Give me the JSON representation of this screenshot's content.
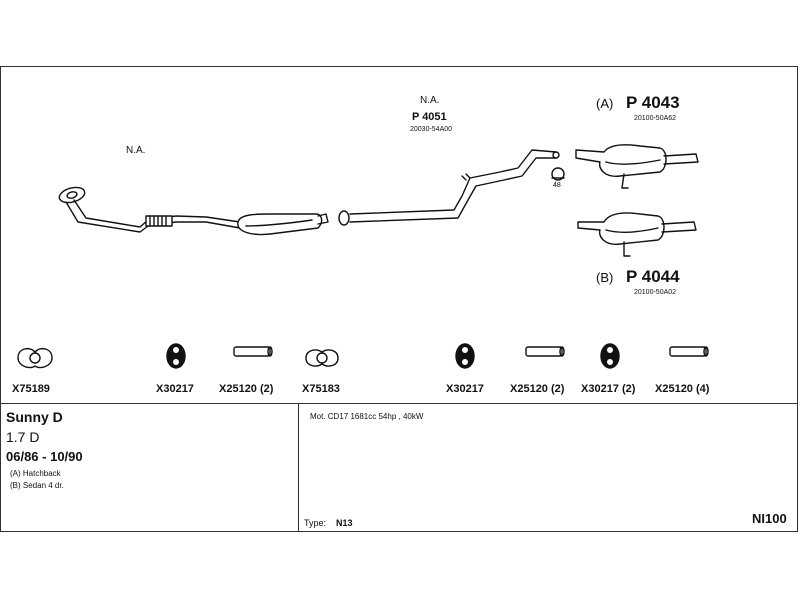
{
  "diagram": {
    "na_label_left": "N.A.",
    "na_label_mid": "N.A.",
    "pipe_part": "P 4051",
    "pipe_ref": "20030-54A00",
    "clamp_size": "48",
    "variant_a_letter": "(A)",
    "variant_a_part": "P 4043",
    "variant_a_ref": "20100-50A62",
    "variant_b_letter": "(B)",
    "variant_b_part": "P 4044",
    "variant_b_ref": "20100-50A02"
  },
  "accessories": [
    {
      "label": "X75189",
      "icon": "gasket-icon"
    },
    {
      "label": "X30217",
      "icon": "rubber-hanger-icon"
    },
    {
      "label": "X25120 (2)",
      "icon": "sleeve-icon"
    },
    {
      "label": "X75183",
      "icon": "gasket-icon"
    },
    {
      "label": "X30217",
      "icon": "rubber-hanger-icon"
    },
    {
      "label": "X25120 (2)",
      "icon": "sleeve-icon"
    },
    {
      "label": "X30217 (2)",
      "icon": "rubber-hanger-icon"
    },
    {
      "label": "X25120 (4)",
      "icon": "sleeve-icon"
    }
  ],
  "vehicle": {
    "model": "Sunny D",
    "engine": "1.7 D",
    "years": "06/86 - 10/90",
    "variant_a": "(A) Hatchback",
    "variant_b": "(B) Sedan 4 dr."
  },
  "details": {
    "motor": "Mot. CD17 1681cc 54hp , 40kW",
    "type_label": "Type:",
    "type_value": "N13",
    "code": "NI100"
  }
}
